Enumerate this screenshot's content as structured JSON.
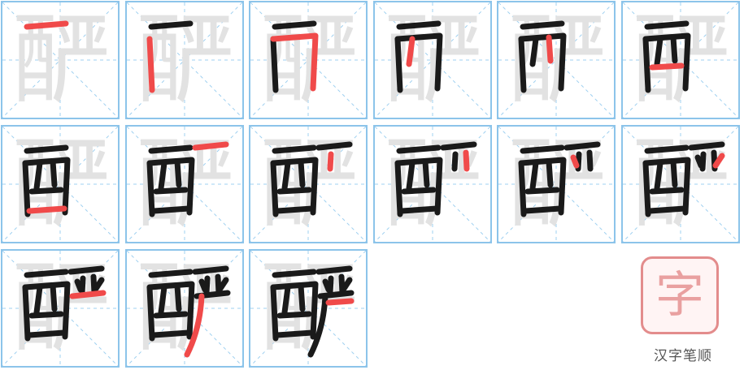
{
  "character": "𨡙",
  "ghost_text": "酽",
  "stroke_count": 15,
  "colors": {
    "grid_border": "#8cc4ea",
    "guide_line": "#9fd0f0",
    "stroke_done": "#1a1a1a",
    "stroke_current": "#f04a4a",
    "ghost": "#e2e2e2",
    "stamp": "#e38c8c"
  },
  "steps": [
    1,
    2,
    3,
    4,
    5,
    6,
    7,
    8,
    9,
    10,
    11,
    12,
    13,
    14,
    15
  ],
  "stamp": {
    "char": "字",
    "icon": "stamp-logo-icon"
  },
  "brand": {
    "label": "汉字笔顺"
  }
}
